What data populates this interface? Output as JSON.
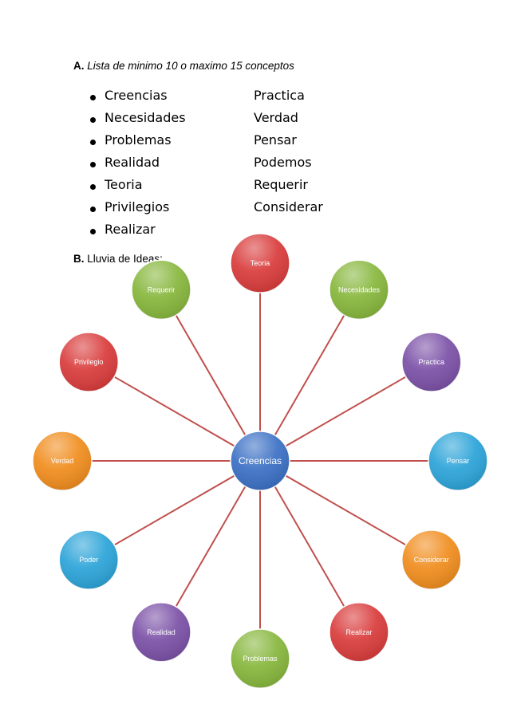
{
  "section_a": {
    "label": "A.",
    "title": "Lista de minimo 10 o maximo 15 conceptos"
  },
  "concepts": [
    {
      "left": "Creencias",
      "right": "Practica"
    },
    {
      "left": "Necesidades",
      "right": "Verdad"
    },
    {
      "left": "Problemas",
      "right": "Pensar"
    },
    {
      "left": "Realidad",
      "right": "Podemos"
    },
    {
      "left": "Teoria",
      "right": "Requerir"
    },
    {
      "left": "Privilegios",
      "right": "Considerar"
    },
    {
      "left": "Realizar",
      "right": ""
    }
  ],
  "section_b": {
    "label": "B.",
    "title": "Lluvia de Ideas:"
  },
  "mindmap": {
    "center": {
      "label": "Creencias",
      "color": "#3a6fc4"
    },
    "line_color": "#c0504d",
    "nodes": [
      {
        "label": "Teoria",
        "color": "#d93a3a"
      },
      {
        "label": "Necesidades",
        "color": "#86b63b"
      },
      {
        "label": "Practica",
        "color": "#7a4fa6"
      },
      {
        "label": "Pensar",
        "color": "#2aa3d8"
      },
      {
        "label": "Considerar",
        "color": "#f08c1c"
      },
      {
        "label": "Realizar",
        "color": "#d93a3a"
      },
      {
        "label": "Problemas",
        "color": "#86b63b"
      },
      {
        "label": "Realidad",
        "color": "#7a4fa6"
      },
      {
        "label": "Poder",
        "color": "#2aa3d8"
      },
      {
        "label": "Verdad",
        "color": "#f08c1c"
      },
      {
        "label": "Privilegio",
        "color": "#d93a3a"
      },
      {
        "label": "Requerir",
        "color": "#86b63b"
      }
    ]
  }
}
